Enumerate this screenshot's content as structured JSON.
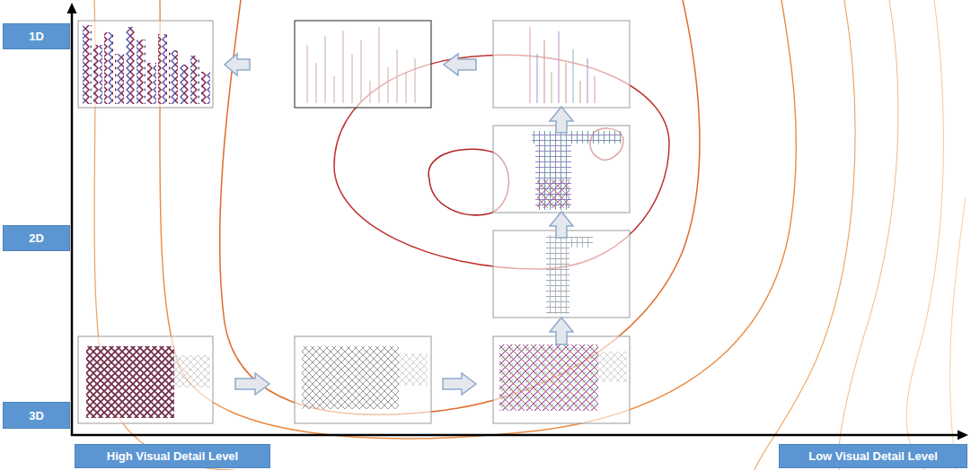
{
  "diagram": {
    "nodes": [
      {
        "text": [
          "1D"
        ]
      },
      {
        "text": [
          "2D"
        ]
      },
      {
        "text": [
          "3D"
        ]
      },
      {
        "text": [
          "High Visual Detail Level"
        ]
      },
      {
        "text": [
          "Low Visual Detail Level"
        ]
      }
    ]
  }
}
